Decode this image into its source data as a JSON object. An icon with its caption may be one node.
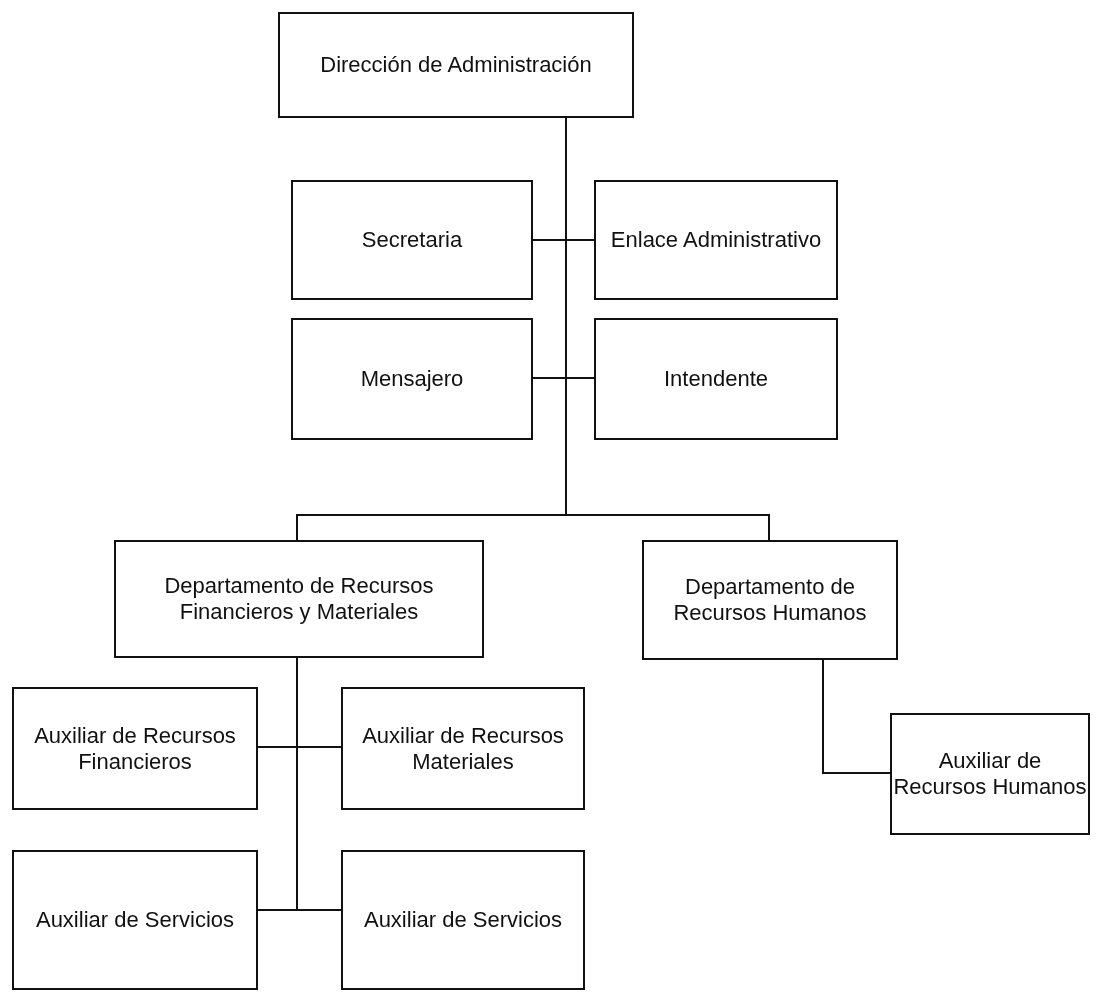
{
  "diagram": {
    "nodes": [
      {
        "text": [
          "Dirección de Administración"
        ]
      },
      {
        "text": [
          "Secretaria"
        ]
      },
      {
        "text": [
          "Enlace Administrativo"
        ]
      },
      {
        "text": [
          "Mensajero"
        ]
      },
      {
        "text": [
          "Intendente"
        ]
      },
      {
        "text": [
          "Departamento de Recursos Financieros y Materiales"
        ]
      },
      {
        "text": [
          "Departamento de Recursos Humanos"
        ]
      },
      {
        "text": [
          "Auxiliar de Recursos Financieros"
        ]
      },
      {
        "text": [
          "Auxiliar de Recursos Materiales"
        ]
      },
      {
        "text": [
          "Auxiliar de Servicios"
        ]
      },
      {
        "text": [
          "Auxiliar de Servicios"
        ]
      },
      {
        "text": [
          "Auxiliar de Recursos Humanos"
        ]
      }
    ],
    "edges": [
      {
        "from": 0,
        "to": 1,
        "arrow": "none"
      },
      {
        "from": 0,
        "to": 2,
        "arrow": "none"
      },
      {
        "from": 0,
        "to": 3,
        "arrow": "none"
      },
      {
        "from": 0,
        "to": 4,
        "arrow": "none"
      },
      {
        "from": 0,
        "to": 5,
        "arrow": "none"
      },
      {
        "from": 0,
        "to": 6,
        "arrow": "none"
      },
      {
        "from": 5,
        "to": 7,
        "arrow": "none"
      },
      {
        "from": 5,
        "to": 8,
        "arrow": "none"
      },
      {
        "from": 5,
        "to": 9,
        "arrow": "none"
      },
      {
        "from": 5,
        "to": 10,
        "arrow": "none"
      },
      {
        "from": 6,
        "to": 11,
        "arrow": "none"
      }
    ]
  }
}
